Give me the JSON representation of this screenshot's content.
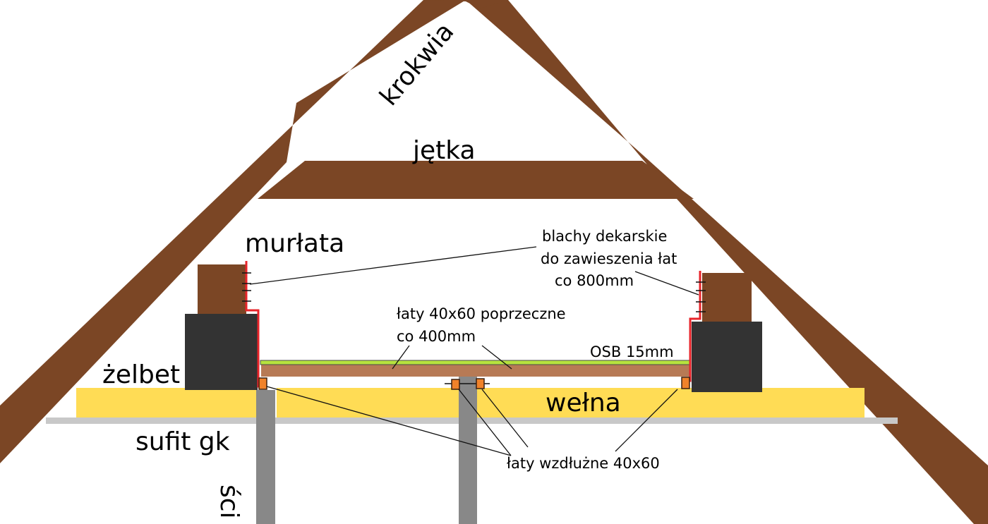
{
  "diagram": {
    "labels": {
      "rafter": "krokwia",
      "collar_beam": "jętka",
      "wall_plate": "murłata",
      "reinforced_concrete": "żelbet",
      "drywall_ceiling": "sufit gk",
      "wall": "ści",
      "wool": "wełna",
      "osb": "OSB 15mm",
      "cross_battens_line1": "łaty 40x60 poprzeczne",
      "cross_battens_line2": "co 400mm",
      "roofing_sheets_line1": "blachy dekarskie",
      "roofing_sheets_line2": "do zawieszenia łat",
      "roofing_sheets_line3": "co 800mm",
      "longitudinal_battens": "łaty wzdłużne 40x60"
    },
    "colors": {
      "timber": "#7B4625",
      "concrete": "#333333",
      "wool": "#FFDC55",
      "ceiling": "#C8C8C8",
      "wall": "#888888",
      "osb": "#B6E33E",
      "batten": "#B77A55",
      "long_batten": "#F0822A",
      "hanger": "#E8242A"
    }
  }
}
